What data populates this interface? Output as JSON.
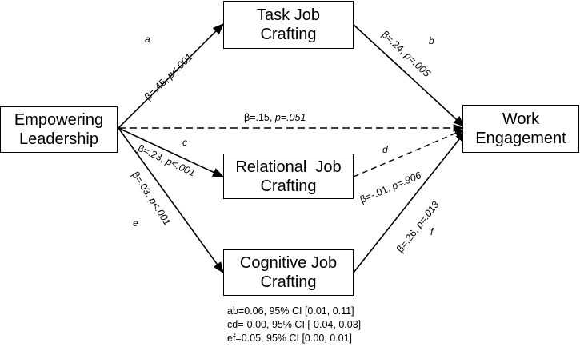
{
  "nodes": {
    "empowering": [
      "Empowering",
      "Leadership"
    ],
    "task": [
      "Task Job",
      "Crafting"
    ],
    "relational": [
      "Relational  Job",
      "Crafting"
    ],
    "cognitive": [
      "Cognitive Job",
      "Crafting"
    ],
    "work": [
      "Work",
      "Engagement"
    ]
  },
  "paths": {
    "a": {
      "letter": "a",
      "beta": "β=.45, ",
      "p": "p<.001"
    },
    "b": {
      "letter": "b",
      "beta": "β=.24, ",
      "p": "p=.005"
    },
    "direct": {
      "beta": "β=.15, ",
      "p": "p=.051"
    },
    "c": {
      "letter": "c",
      "beta": "β=.23, ",
      "p": "p<.001"
    },
    "d": {
      "letter": "d",
      "beta": "β=-.01, ",
      "p": "p=.906"
    },
    "e": {
      "letter": "e",
      "beta": "β=.03, ",
      "p": "p<.001"
    },
    "f": {
      "letter": "f",
      "beta": "β=.26, ",
      "p": "p=.013"
    }
  },
  "notes": [
    "ab=0.06, 95% CI [0.01, 0.11]",
    "cd=-0.00, 95% CI [-0.04, 0.03]",
    "ef=0.05, 95% CI [0.00, 0.01]"
  ]
}
